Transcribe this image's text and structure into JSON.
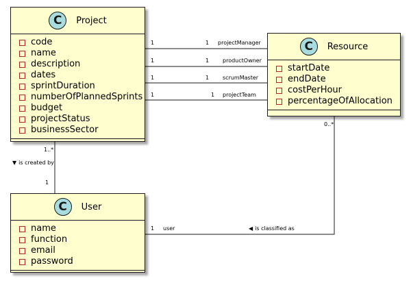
{
  "classes": {
    "project": {
      "badge": "C",
      "name": "Project",
      "attributes": [
        "code",
        "name",
        "description",
        "dates",
        "sprintDuration",
        "numberOfPlannedSprints",
        "budget",
        "projectStatus",
        "businessSector"
      ]
    },
    "resource": {
      "badge": "C",
      "name": "Resource",
      "attributes": [
        "startDate",
        "endDate",
        "costPerHour",
        "percentageOfAllocation"
      ]
    },
    "user": {
      "badge": "C",
      "name": "User",
      "attributes": [
        "name",
        "function",
        "email",
        "password"
      ]
    }
  },
  "associations": {
    "project_manager": {
      "left_mult": "1",
      "right_mult": "1",
      "role": "projectManager"
    },
    "product_owner": {
      "left_mult": "1",
      "right_mult": "1",
      "role": "productOwner"
    },
    "scrum_master": {
      "left_mult": "1",
      "right_mult": "1",
      "role": "scrumMaster"
    },
    "project_team": {
      "left_mult": "1",
      "right_mult": "1",
      "role": "projectTeam"
    },
    "created_by": {
      "top_mult": "1..*",
      "bottom_mult": "1",
      "label": "is created by",
      "direction_icon": "▼"
    },
    "classified_as": {
      "left_mult": "1",
      "role": "user",
      "top_mult": "0..*",
      "label": "is classified as",
      "direction_icon": "◀"
    }
  },
  "colors": {
    "class_fill": "#fefece",
    "badge_fill": "#a9dcdf",
    "visibility_marker": "#b22222",
    "line": "#1a1a1a"
  }
}
